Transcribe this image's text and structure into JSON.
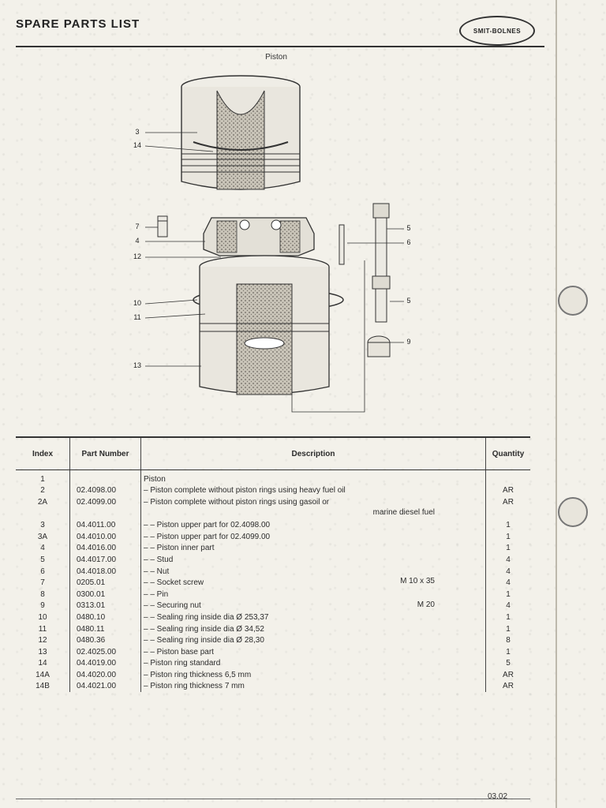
{
  "header": {
    "title": "SPARE PARTS LIST",
    "logo_text": "SMIT-BOLNES",
    "section": "Piston"
  },
  "diagram": {
    "callouts": [
      "3",
      "14",
      "7",
      "4",
      "12",
      "10",
      "11",
      "13",
      "5",
      "6",
      "5",
      "9"
    ]
  },
  "table": {
    "headers": {
      "index": "Index",
      "part_number": "Part Number",
      "description": "Description",
      "quantity": "Quantity"
    },
    "rows": [
      {
        "index": "1",
        "part": "",
        "desc": "Piston",
        "extra": "",
        "qty": ""
      },
      {
        "index": "2",
        "part": "02.4098.00",
        "desc": "–  Piston complete without piston rings using heavy fuel oil",
        "extra": "",
        "qty": "AR"
      },
      {
        "index": "2A",
        "part": "02.4099.00",
        "desc": "–  Piston complete without piston rings using gasoil or",
        "extra": "",
        "qty": "AR"
      },
      {
        "index": "",
        "part": "",
        "desc": "",
        "extra": "marine diesel fuel",
        "qty": ""
      },
      {
        "index": "3",
        "part": "04.4011.00",
        "desc": "– – Piston upper part for 02.4098.00",
        "extra": "",
        "qty": "1"
      },
      {
        "index": "3A",
        "part": "04.4010.00",
        "desc": "– – Piston upper part for 02.4099.00",
        "extra": "",
        "qty": "1"
      },
      {
        "index": "4",
        "part": "04.4016.00",
        "desc": "– – Piston inner part",
        "extra": "",
        "qty": "1"
      },
      {
        "index": "5",
        "part": "04.4017.00",
        "desc": "– – Stud",
        "extra": "",
        "qty": "4"
      },
      {
        "index": "6",
        "part": "04.4018.00",
        "desc": "– – Nut",
        "extra": "",
        "qty": "4"
      },
      {
        "index": "7",
        "part": "0205.01",
        "desc": "– – Socket screw",
        "extra": "M 10 x 35",
        "qty": "4"
      },
      {
        "index": "8",
        "part": "0300.01",
        "desc": "– – Pin",
        "extra": "",
        "qty": "1"
      },
      {
        "index": "9",
        "part": "0313.01",
        "desc": "– – Securing nut",
        "extra": "M 20",
        "qty": "4"
      },
      {
        "index": "10",
        "part": "0480.10",
        "desc": "– – Sealing ring inside dia Ø 253,37",
        "extra": "",
        "qty": "1"
      },
      {
        "index": "11",
        "part": "0480.11",
        "desc": "– – Sealing ring inside dia Ø 34,52",
        "extra": "",
        "qty": "1"
      },
      {
        "index": "12",
        "part": "0480.36",
        "desc": "– – Sealing ring inside dia Ø 28,30",
        "extra": "",
        "qty": "8"
      },
      {
        "index": "13",
        "part": "02.4025.00",
        "desc": "– – Piston base part",
        "extra": "",
        "qty": "1"
      },
      {
        "index": "14",
        "part": "04.4019.00",
        "desc": "–  Piston ring standard",
        "extra": "",
        "qty": "5"
      },
      {
        "index": "14A",
        "part": "04.4020.00",
        "desc": "–  Piston ring thickness 6,5 mm",
        "extra": "",
        "qty": "AR"
      },
      {
        "index": "14B",
        "part": "04.4021.00",
        "desc": "–  Piston ring thickness 7 mm",
        "extra": "",
        "qty": "AR"
      }
    ]
  },
  "footer": {
    "page": "03.02"
  }
}
